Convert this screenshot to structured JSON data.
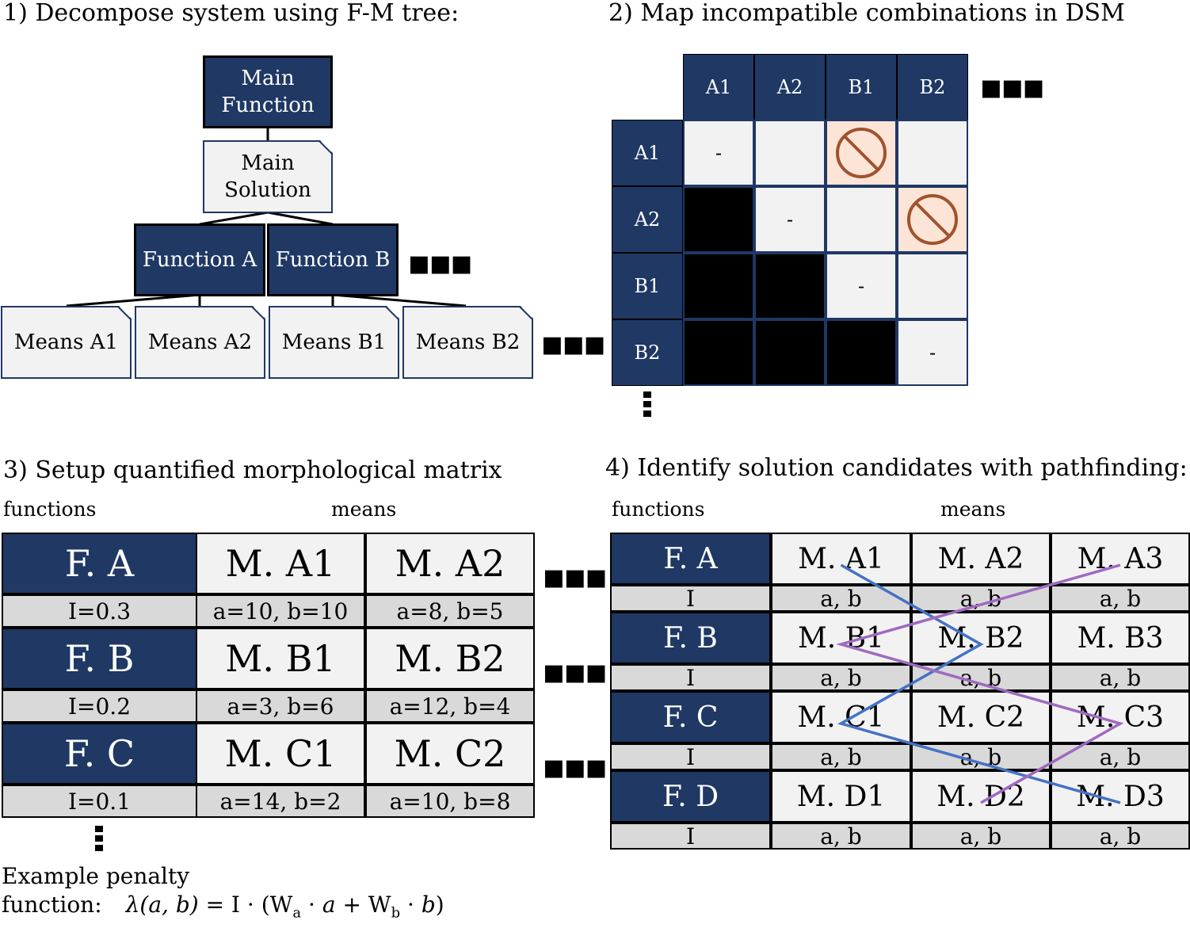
{
  "section1": {
    "heading": "1) Decompose system using F-M tree:",
    "main_function": [
      "Main",
      "Function"
    ],
    "main_solution": [
      "Main",
      "Solution"
    ],
    "functions": [
      "Function A",
      "Function B"
    ],
    "means": [
      "Means A1",
      "Means A2",
      "Means B1",
      "Means B2"
    ]
  },
  "section2": {
    "heading": "2) Map incompatible combinations in DSM",
    "labels": [
      "A1",
      "A2",
      "B1",
      "B2"
    ],
    "cells": [
      [
        "-",
        "",
        "X",
        ""
      ],
      [
        "B",
        "-",
        "",
        "X"
      ],
      [
        "B",
        "B",
        "-",
        ""
      ],
      [
        "B",
        "B",
        "B",
        "-"
      ]
    ],
    "colors": {
      "header": "#1f3864",
      "incompatible": "#fce4d6",
      "icon": "#a0522d"
    }
  },
  "section3": {
    "heading": "3) Setup quantified morphological matrix",
    "col_functions": "functions",
    "col_means": "means",
    "rows": [
      {
        "function": "F. A",
        "importance": "I=0.3",
        "means": [
          "M. A1",
          "M. A2"
        ],
        "values": [
          "a=10, b=10",
          "a=8, b=5"
        ]
      },
      {
        "function": "F. B",
        "importance": "I=0.2",
        "means": [
          "M. B1",
          "M. B2"
        ],
        "values": [
          "a=3, b=6",
          "a=12, b=4"
        ]
      },
      {
        "function": "F. C",
        "importance": "I=0.1",
        "means": [
          "M. C1",
          "M. C2"
        ],
        "values": [
          "a=14, b=2",
          "a=10, b=8"
        ]
      }
    ],
    "penalty_title": "Example penalty",
    "penalty_prefix": "function:",
    "formula": {
      "lambda": "λ",
      "args": "(a, b)",
      "eq": " = I · (W",
      "sub_a": "a",
      "mid": " · ",
      "a": "a",
      "plus": " + W",
      "sub_b": "b",
      "mid2": " · ",
      "b": "b",
      "close": ")"
    }
  },
  "section4": {
    "heading": "4) Identify solution candidates with pathfinding:",
    "col_functions": "functions",
    "col_means": "means",
    "rows": [
      {
        "function": "F. A",
        "importance": "I",
        "means": [
          "M. A1",
          "M. A2",
          "M. A3"
        ],
        "values": [
          "a, b",
          "a, b",
          "a, b"
        ]
      },
      {
        "function": "F. B",
        "importance": "I",
        "means": [
          "M. B1",
          "M. B2",
          "M. B3"
        ],
        "values": [
          "a, b",
          "a, b",
          "a, b"
        ]
      },
      {
        "function": "F. C",
        "importance": "I",
        "means": [
          "M. C1",
          "M. C2",
          "M. C3"
        ],
        "values": [
          "a, b",
          "a, b",
          "a, b"
        ]
      },
      {
        "function": "F. D",
        "importance": "I",
        "means": [
          "M. D1",
          "M. D2",
          "M. D3"
        ],
        "values": [
          "a, b",
          "a, b",
          "a, b"
        ]
      }
    ],
    "paths": [
      {
        "color": "#4472c4",
        "nodes": [
          [
            0,
            0
          ],
          [
            1,
            1
          ],
          [
            2,
            0
          ],
          [
            3,
            2
          ]
        ]
      },
      {
        "color": "#9e6bbf",
        "nodes": [
          [
            0,
            2
          ],
          [
            1,
            0
          ],
          [
            2,
            2
          ],
          [
            3,
            1
          ]
        ]
      }
    ]
  }
}
